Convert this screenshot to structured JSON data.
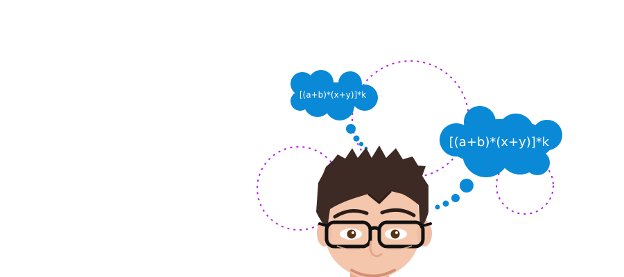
{
  "thought_bubbles": {
    "small": {
      "text": "[(a+b)*(x+y)]*k"
    },
    "large": {
      "text": "[(a+b)*(x+y)]*k"
    }
  },
  "colors": {
    "background": "#ffffff",
    "bubble_blue": "#0a89d6",
    "dashed_circle": "#b51ee2",
    "hair": "#3d2a24",
    "skin": "#f4c7ad",
    "glasses": "#111111"
  },
  "icons": {
    "character": "thinking-man-with-glasses",
    "clouds": "thought-cloud"
  }
}
